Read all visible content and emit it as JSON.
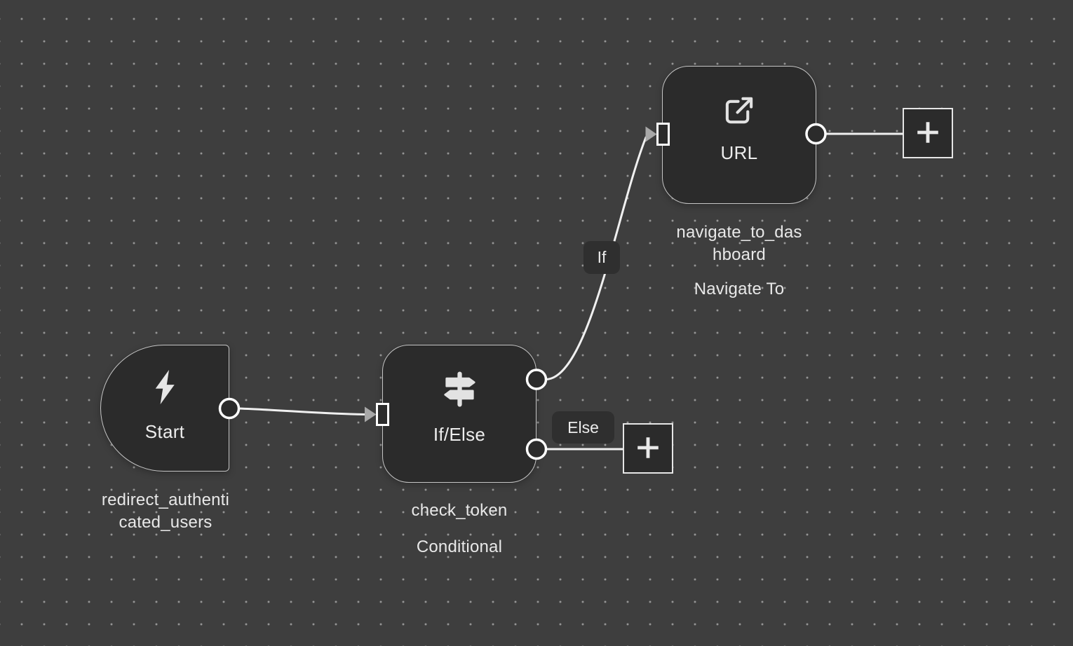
{
  "canvas": {
    "colors": {
      "canvas_background": "#3e3e3e",
      "grid_dot": "#9b9b9b",
      "node_fill": "#2b2b2b",
      "node_border": "#c6c6c6",
      "edge": "#f0f0f0",
      "port_stroke": "#ffffff",
      "arrowhead": "#a8a8a8",
      "label_text": "#e8e8e8",
      "pill_fill": "#2f2f2f"
    }
  },
  "nodes": {
    "start": {
      "title": "Start",
      "icon": "lightning-bolt-icon",
      "name_lines": [
        "redirect_authenti",
        "cated_users"
      ]
    },
    "conditional": {
      "title": "If/Else",
      "icon": "signpost-icon",
      "name_lines": [
        "check_token"
      ],
      "type_label": "Conditional"
    },
    "navigate": {
      "title": "URL",
      "icon": "external-link-icon",
      "name_lines": [
        "navigate_to_das",
        "hboard"
      ],
      "type_label": "Navigate To"
    }
  },
  "edges": {
    "if_label": "If",
    "else_label": "Else"
  },
  "buttons": {
    "add_node_icon": "plus-icon"
  }
}
